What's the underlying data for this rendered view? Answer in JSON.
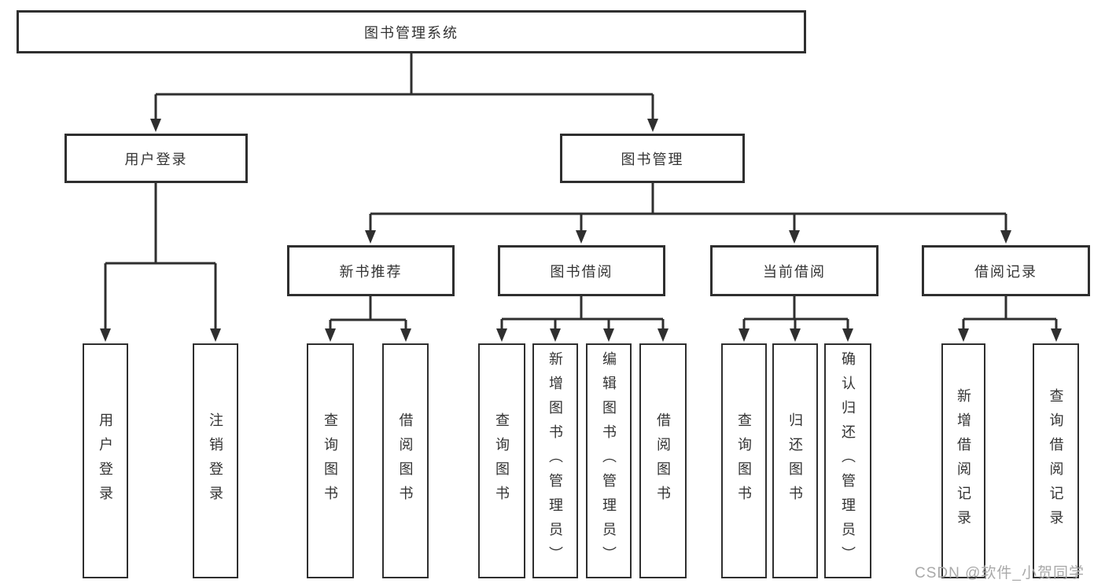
{
  "diagram": {
    "type": "tree",
    "line_color": "#2f2f2f",
    "box_border_color": "#2f2f2f",
    "box_fill": "#ffffff",
    "text_color": "#333333",
    "nodes": {
      "root": {
        "label": "图书管理系统"
      },
      "level2": [
        {
          "label": "用户登录",
          "parent": "图书管理系统"
        },
        {
          "label": "图书管理",
          "parent": "图书管理系统"
        }
      ],
      "level3": [
        {
          "label": "新书推荐",
          "parent": "图书管理"
        },
        {
          "label": "图书借阅",
          "parent": "图书管理"
        },
        {
          "label": "当前借阅",
          "parent": "图书管理"
        },
        {
          "label": "借阅记录",
          "parent": "图书管理"
        }
      ],
      "leaves": [
        {
          "label": "用户登录",
          "parent": "用户登录"
        },
        {
          "label": "注销登录",
          "parent": "用户登录"
        },
        {
          "label": "查询图书",
          "parent": "新书推荐"
        },
        {
          "label": "借阅图书",
          "parent": "新书推荐"
        },
        {
          "label": "查询图书",
          "parent": "图书借阅"
        },
        {
          "label": "新增图书（管理员）",
          "parent": "图书借阅"
        },
        {
          "label": "编辑图书（管理员）",
          "parent": "图书借阅"
        },
        {
          "label": "借阅图书",
          "parent": "图书借阅"
        },
        {
          "label": "查询图书",
          "parent": "当前借阅"
        },
        {
          "label": "归还图书",
          "parent": "当前借阅"
        },
        {
          "label": "确认归还（管理员）",
          "parent": "当前借阅"
        },
        {
          "label": "新增借阅记录",
          "parent": "借阅记录"
        },
        {
          "label": "查询借阅记录",
          "parent": "借阅记录"
        }
      ]
    }
  },
  "watermark": {
    "text": "CSDN @软件_小贺同学",
    "color": "#a9a9a9"
  }
}
